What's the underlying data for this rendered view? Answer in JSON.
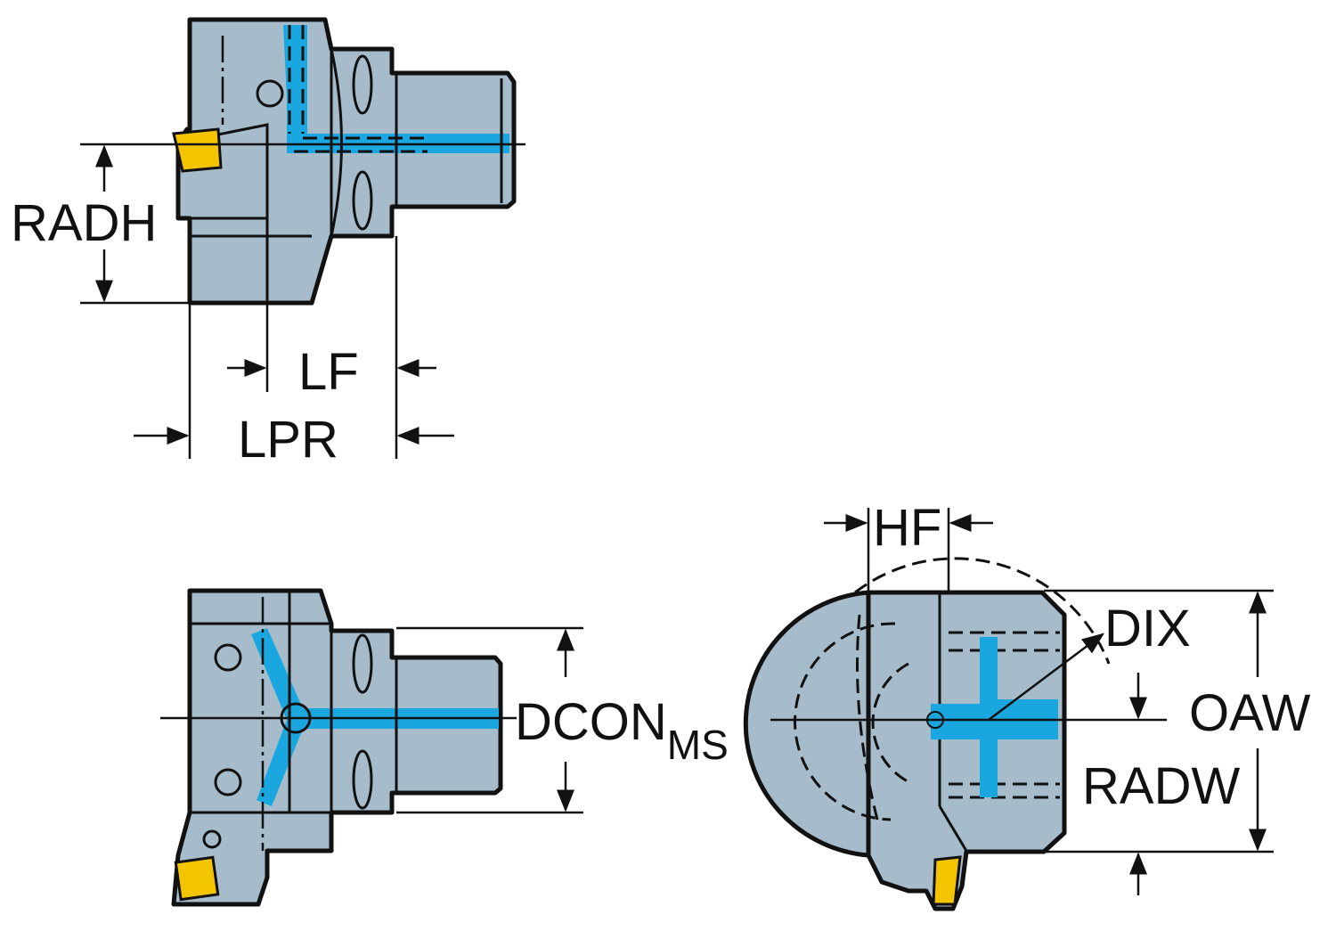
{
  "diagram": {
    "colors": {
      "body": "#a7bccb",
      "coolant": "#1aa7e0",
      "insert": "#f5c400",
      "outline": "#111111"
    },
    "labels": {
      "radh": "RADH",
      "lf": "LF",
      "lpr": "LPR",
      "dcon": "DCON",
      "dcon_sub": "MS",
      "hf": "HF",
      "dix": "DIX",
      "oaw": "OAW",
      "radw": "RADW"
    }
  }
}
